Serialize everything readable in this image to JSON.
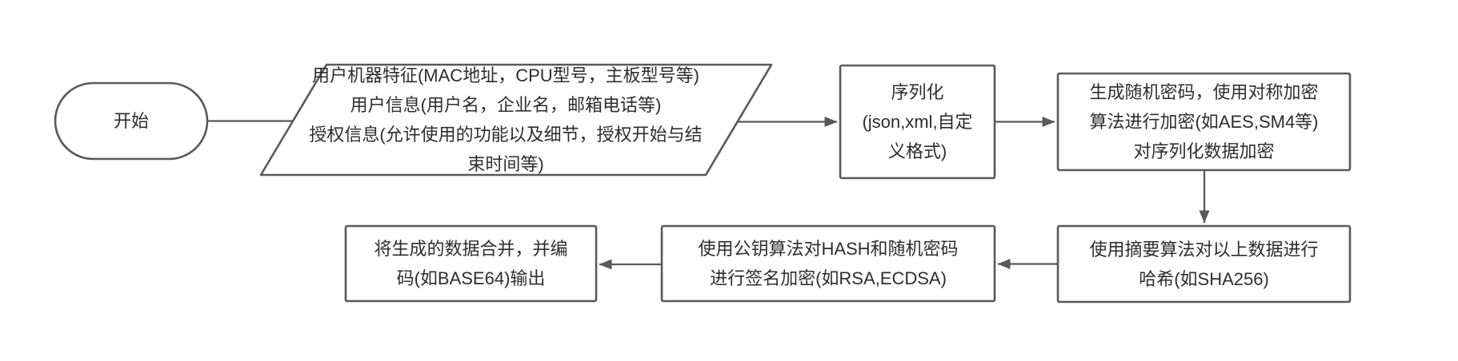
{
  "diagram": {
    "title": "License generation flowchart",
    "colors": {
      "background": "#ffffff",
      "shape_fill": "#ffffff",
      "stroke": "#595959",
      "text": "#2d2d2d"
    },
    "nodes": [
      {
        "id": "start",
        "type": "terminator",
        "label": "开始"
      },
      {
        "id": "license-info",
        "type": "data-parallelogram",
        "label": "用户机器特征(MAC地址，CPU型号，主板型号等)\n用户信息(用户名，企业名，邮箱电话等)\n授权信息(允许使用的功能以及细节，授权开始与结\n束时间等)"
      },
      {
        "id": "serialize",
        "type": "process",
        "label": "序列化\n(json,xml,自定\n义格式)"
      },
      {
        "id": "symmetric-encrypt",
        "type": "process",
        "label": "生成随机密码，使用对称加密\n算法进行加密(如AES,SM4等)\n对序列化数据加密"
      },
      {
        "id": "hash",
        "type": "process",
        "label": "使用摘要算法对以上数据进行\n哈希(如SHA256)"
      },
      {
        "id": "sign",
        "type": "process",
        "label": "使用公钥算法对HASH和随机密码\n进行签名加密(如RSA,ECDSA)"
      },
      {
        "id": "merge-output",
        "type": "process",
        "label": "将生成的数据合并，并编\n码(如BASE64)输出"
      }
    ],
    "edges": [
      {
        "from": "start",
        "to": "license-info",
        "arrowhead": false
      },
      {
        "from": "license-info",
        "to": "serialize",
        "arrowhead": true
      },
      {
        "from": "serialize",
        "to": "symmetric-encrypt",
        "arrowhead": true
      },
      {
        "from": "symmetric-encrypt",
        "to": "hash",
        "arrowhead": true
      },
      {
        "from": "hash",
        "to": "sign",
        "arrowhead": true
      },
      {
        "from": "sign",
        "to": "merge-output",
        "arrowhead": true
      }
    ]
  }
}
